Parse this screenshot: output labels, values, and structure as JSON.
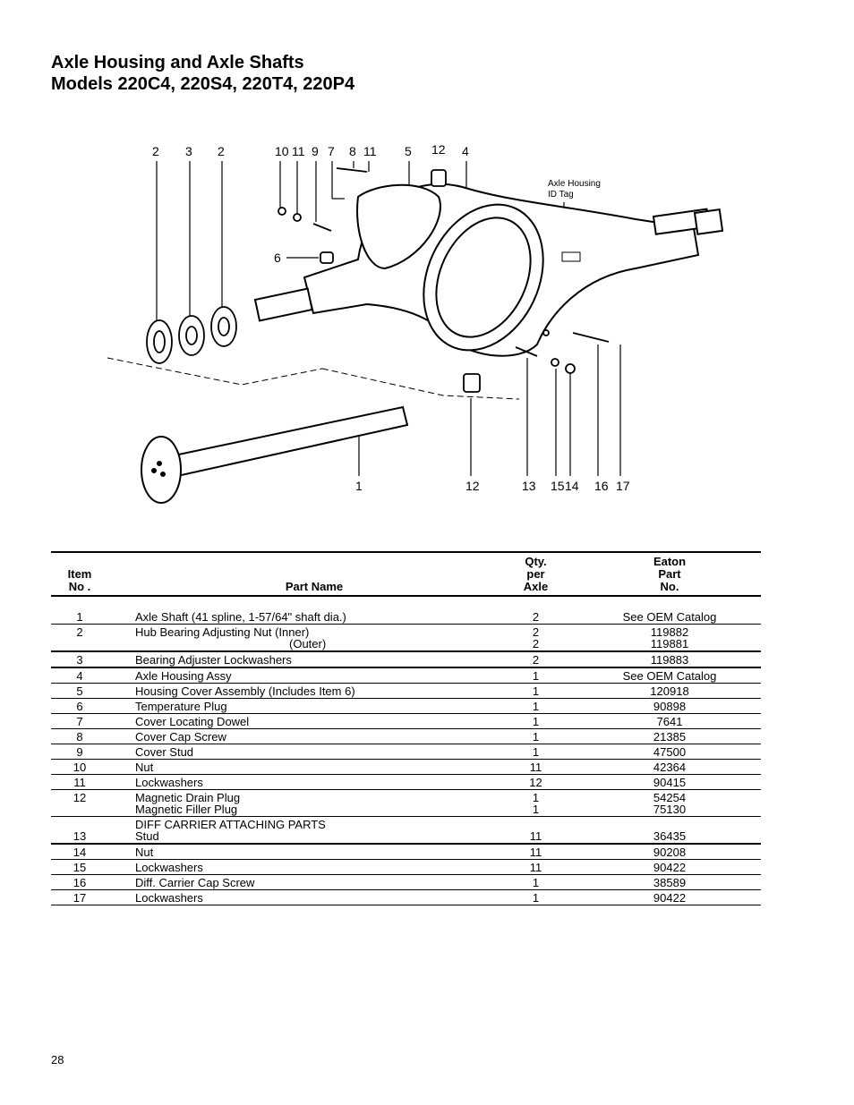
{
  "title": {
    "line1": "Axle Housing and Axle Shafts",
    "line2": "Models 220C4, 220S4, 220T4, 220P4"
  },
  "diagram": {
    "callouts_top": [
      "2",
      "3",
      "2",
      "10",
      "11",
      "9",
      "7",
      "8",
      "11",
      "5",
      "12",
      "4"
    ],
    "callout_left": "6",
    "callouts_bottom": [
      "1",
      "12",
      "13",
      "15",
      "14",
      "16",
      "17"
    ],
    "tag_label_line1": "Axle Housing",
    "tag_label_line2": "ID Tag"
  },
  "table": {
    "headers": {
      "item_line1": "Item",
      "item_line2": "No .",
      "part_name": "Part  Name",
      "qty_line1": "Qty.",
      "qty_line2": "per",
      "qty_line3": "Axle",
      "part_line1": "Eaton",
      "part_line2": "Part",
      "part_line3": "No."
    },
    "rows": [
      {
        "item": "1",
        "name": "Axle Shaft (41 spline, 1-57/64\" shaft dia.)",
        "qty": "2",
        "part": "See OEM Catalog"
      },
      {
        "item": "2",
        "name": "Hub Bearing Adjusting Nut (Inner)",
        "name2": "(Outer)",
        "qty": "2",
        "qty2": "2",
        "part": "119882",
        "part2": "119881"
      },
      {
        "item": "3",
        "name": "Bearing Adjuster Lockwashers",
        "qty": "2",
        "part": "119883"
      },
      {
        "item": "4",
        "name": "Axle Housing Assy",
        "qty": "1",
        "part": "See OEM Catalog"
      },
      {
        "item": "5",
        "name": "Housing Cover Assembly (Includes Item 6)",
        "qty": "1",
        "part": "120918"
      },
      {
        "item": "6",
        "name": "Temperature  Plug",
        "qty": "1",
        "part": "90898"
      },
      {
        "item": "7",
        "name": "Cover Locating Dowel",
        "qty": "1",
        "part": "7641"
      },
      {
        "item": "8",
        "name": "Cover  Cap  Screw",
        "qty": "1",
        "part": "21385"
      },
      {
        "item": "9",
        "name": "Cover  Stud",
        "qty": "1",
        "part": "47500"
      },
      {
        "item": "10",
        "name": "Nut",
        "qty": "11",
        "part": "42364"
      },
      {
        "item": "11",
        "name": "Lockwashers",
        "qty": "12",
        "part": "90415"
      },
      {
        "item": "12",
        "name": "Magnetic Drain Plug",
        "name2": "Magnetic Filler Plug",
        "qty": "1",
        "qty2": "1",
        "part": "54254",
        "part2": "75130"
      },
      {
        "item": "13",
        "name_heading": "DIFF  CARRIER  ATTACHING  PARTS",
        "name": "Stud",
        "qty": "11",
        "part": "36435"
      },
      {
        "item": "14",
        "name": "Nut",
        "qty": "11",
        "part": "90208"
      },
      {
        "item": "15",
        "name": "Lockwashers",
        "qty": "11",
        "part": "90422"
      },
      {
        "item": "16",
        "name": "Diff. Carrier Cap Screw",
        "qty": "1",
        "part": "38589"
      },
      {
        "item": "17",
        "name": "Lockwashers",
        "qty": "1",
        "part": "90422"
      }
    ]
  },
  "page_number": "28"
}
